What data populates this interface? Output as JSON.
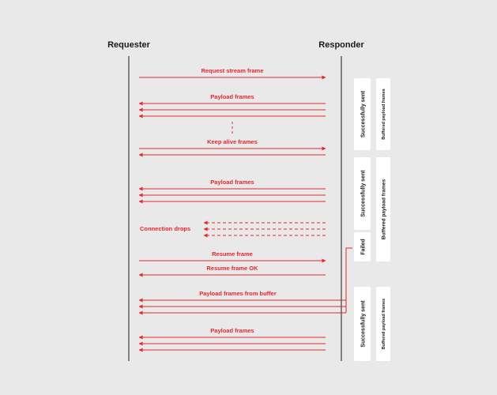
{
  "participants": {
    "requester": "Requester",
    "responder": "Responder"
  },
  "messages": {
    "request_stream": "Request stream frame",
    "payload_1": "Payload frames",
    "keep_alive": "Keep alive frames",
    "payload_2": "Payload frames",
    "connection_drops": "Connection drops",
    "resume": "Resume frame",
    "resume_ok": "Resume frame OK",
    "payload_from_buffer": "Payload frames from buffer",
    "payload_3": "Payload frames"
  },
  "status_boxes": {
    "successfully_sent": "Successfully sent",
    "buffered_payload_frames": "Buffered payload frames",
    "failed": "Failed"
  },
  "colors": {
    "background": "#e9e9e9",
    "arrow": "#e5262d",
    "lifeline": "#1a1a1a",
    "text": "#1a1a1a",
    "box_fill": "#ffffff"
  }
}
